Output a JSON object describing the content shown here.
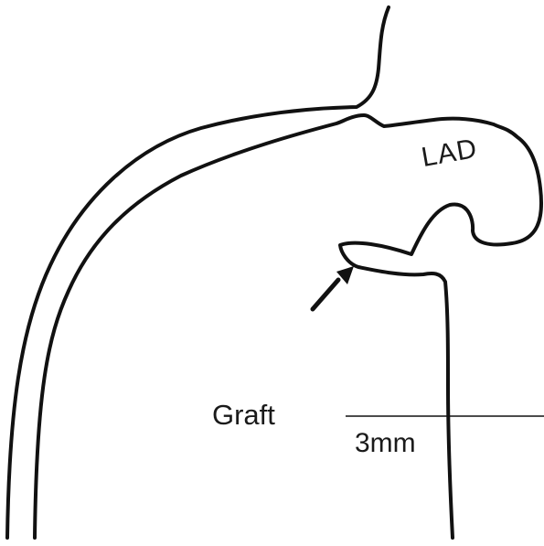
{
  "diagram": {
    "labels": {
      "vessel": "LAD",
      "graft": "Graft",
      "scale_bar": "3mm"
    },
    "ink_color": "#111111",
    "background_color": "#ffffff"
  }
}
